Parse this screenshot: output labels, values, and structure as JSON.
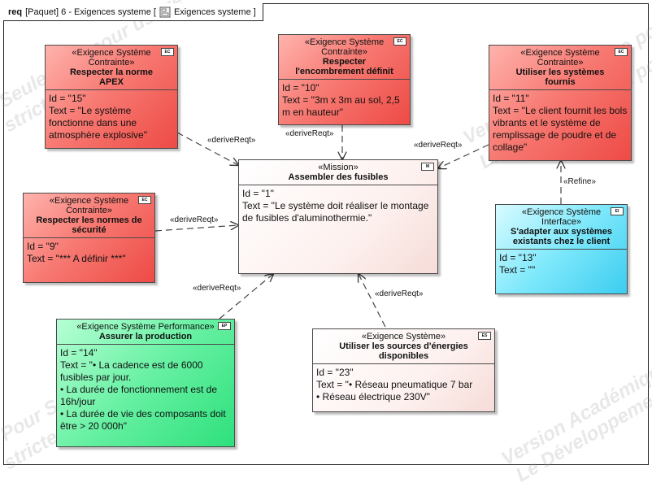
{
  "frame": {
    "keyword": "req",
    "text": "[Paquet] 6 - Exigences systeme [",
    "diagram_name": "Exigences systeme ]",
    "package_icon": "package-diagram-icon"
  },
  "watermarks": [
    "Version Académique pour",
    "Le Développement pour",
    "Seulement pour usage",
    "strictement",
    "Version Académique",
    "Le Développement",
    "Pour Seulement",
    "strictement"
  ],
  "blocks": {
    "b15": {
      "stereotype": "«Exigence Système Contrainte»",
      "name": "Respecter la norme APEX",
      "id": "Id = \"15\"",
      "text": "Text = \"Le système fonctionne dans une atmosphère explosive\"",
      "badge": "EC"
    },
    "b10": {
      "stereotype": "«Exigence Système Contrainte»",
      "name": "Respecter l'encombrement définit",
      "id": "Id = \"10\"",
      "text": "Text = \"3m x 3m au sol, 2,5 m en hauteur\"",
      "badge": "EC"
    },
    "b11": {
      "stereotype": "«Exigence Système Contrainte»",
      "name": "Utiliser les systèmes fournis",
      "id": "Id = \"11\"",
      "text": "Text = \"Le client fournit les bols vibrants et le système de remplissage de poudre et de collage\"",
      "badge": "EC"
    },
    "b1": {
      "stereotype": "«Mission»",
      "name": "Assembler des fusibles",
      "id": "Id = \"1\"",
      "text": "Text = \"Le système doit réaliser le montage de fusibles d'aluminothermie.\"",
      "badge": "M"
    },
    "b9": {
      "stereotype": "«Exigence Système Contrainte»",
      "name": "Respecter les normes de sécurité",
      "id": "Id = \"9\"",
      "text": "Text = \"*** A définir ***\"",
      "badge": "EC"
    },
    "b13": {
      "stereotype": "«Exigence Système Interface»",
      "name": "S'adapter aux systèmes existants chez le client",
      "id": "Id = \"13\"",
      "text": "Text = \"\"",
      "badge": "EI"
    },
    "b14": {
      "stereotype": "«Exigence Système Performance»",
      "name": "Assurer la production",
      "id": "Id = \"14\"",
      "text_lines": [
        "Text = \"• La cadence est de 6000 fusibles par jour.",
        "• La durée de fonctionnement est de 16h/jour",
        "• La durée de vie des composants doit être > 20 000h\""
      ],
      "badge": "EP"
    },
    "b23": {
      "stereotype": "«Exigence Système»",
      "name": "Utiliser les sources d'énergies disponibles",
      "id": "Id = \"23\"",
      "text_lines": [
        "Text = \"• Réseau pneumatique 7 bar",
        "• Réseau électrique 230V\""
      ],
      "badge": "ES"
    }
  },
  "links": [
    {
      "label": "«deriveReqt»",
      "from": "Respecter la norme APEX",
      "to": "Assembler des fusibles"
    },
    {
      "label": "«deriveReqt»",
      "from": "Respecter l'encombrement définit",
      "to": "Assembler des fusibles"
    },
    {
      "label": "«deriveReqt»",
      "from": "Utiliser les systèmes fournis",
      "to": "Assembler des fusibles"
    },
    {
      "label": "«deriveReqt»",
      "from": "Respecter les normes de sécurité",
      "to": "Assembler des fusibles"
    },
    {
      "label": "«deriveReqt»",
      "from": "Assurer la production",
      "to": "Assembler des fusibles"
    },
    {
      "label": "«deriveReqt»",
      "from": "Utiliser les sources d'énergies disponibles",
      "to": "Assembler des fusibles"
    },
    {
      "label": "«Refine»",
      "from": "S'adapter aux systèmes existants chez le client",
      "to": "Utiliser les systèmes fournis"
    }
  ]
}
